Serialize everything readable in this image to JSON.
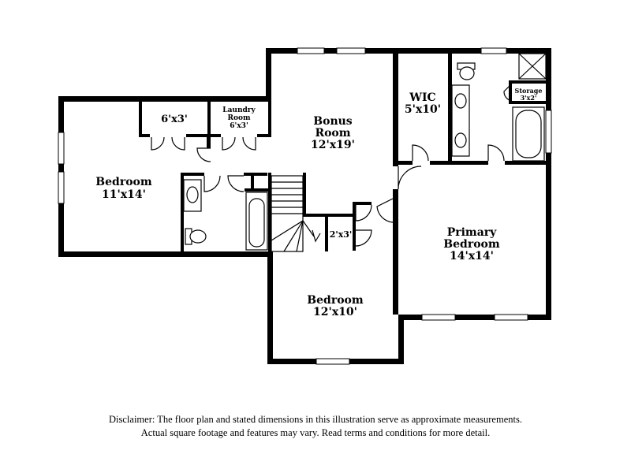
{
  "rooms": {
    "bedroom_left": {
      "name": "Bedroom",
      "dims": "11'x14'"
    },
    "closet_left": {
      "dims": "6'x3'"
    },
    "laundry": {
      "name1": "Laundry",
      "name2": "Room",
      "dims": "6'x3'"
    },
    "bonus": {
      "name1": "Bonus",
      "name2": "Room",
      "dims": "12'x19'"
    },
    "wic": {
      "name": "WIC",
      "dims": "5'x10'"
    },
    "storage": {
      "name": "Storage",
      "dims": "3'x2'"
    },
    "closet_small": {
      "dims": "2'x3'"
    },
    "primary": {
      "name1": "Primary",
      "name2": "Bedroom",
      "dims": "14'x14'"
    },
    "bedroom_bottom": {
      "name": "Bedroom",
      "dims": "12'x10'"
    }
  },
  "disclaimer": {
    "line1": "Disclaimer: The floor plan and stated dimensions in this illustration serve as approximate measurements.",
    "line2": "Actual square footage and features may vary. Read terms and conditions for more detail."
  }
}
